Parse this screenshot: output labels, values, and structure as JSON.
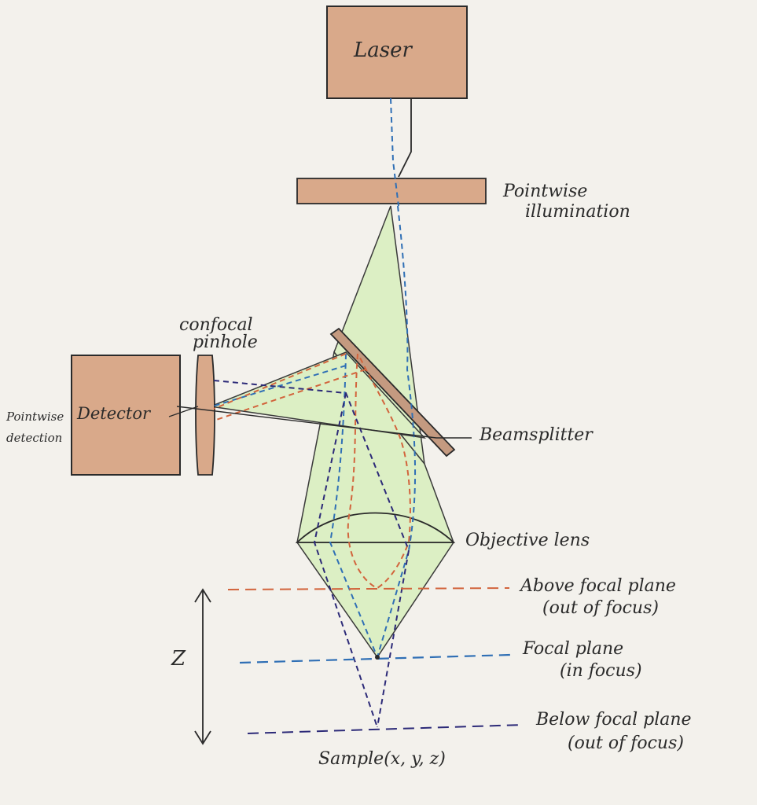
{
  "labels": {
    "laser": "Laser",
    "pointwise_illumination_1": "Pointwise",
    "pointwise_illumination_2": "illumination",
    "confocal_pinhole_1": "confocal",
    "confocal_pinhole_2": "pinhole",
    "detector": "Detector",
    "pointwise_detection_1": "Pointwise",
    "pointwise_detection_2": "detection",
    "beamsplitter": "Beamsplitter",
    "objective_lens": "Objective lens",
    "above_focal_plane_1": "Above focal plane",
    "above_focal_plane_2": "(out of focus)",
    "focal_plane_1": "Focal plane",
    "focal_plane_2": "(in focus)",
    "below_focal_plane_1": "Below focal plane",
    "below_focal_plane_2": "(out of focus)",
    "z_axis": "Z",
    "sample": "Sample(x, y, z)"
  },
  "colors": {
    "paper": "#f3f1ec",
    "component_fill": "#d9a98a",
    "cone_fill": "#dcefc4",
    "outline": "#2a2a2a",
    "red_ray": "#d2643c",
    "blue_ray": "#2f6fb5",
    "navy_ray": "#2c2a78"
  }
}
